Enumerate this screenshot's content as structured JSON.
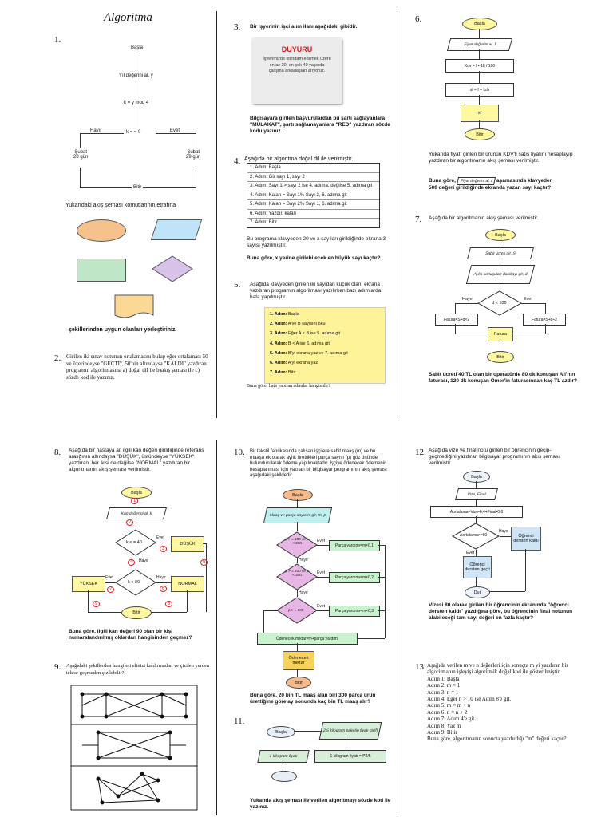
{
  "title": "Algoritma",
  "q1": {
    "num": "1.",
    "start": "Başla",
    "read": "Yıl değerini al, y",
    "calc": "k = y mod 4",
    "cond": "k = = 0",
    "no": "Hayır",
    "yes": "Evet",
    "feb28": "Şubat\n28 gün",
    "feb29": "Şubat\n29 gün",
    "end": "Bitir",
    "shapes_title": "Yukarıdaki akış şeması komutlarının etrafına",
    "shapes_footer": "şekillerinden uygun olanları yerleştiriniz."
  },
  "q2": {
    "num": "2.",
    "text": "Girilen iki sınav notunun ortalamasını bulup eğer ortalaması 50 ve üzerindeyse \"GEÇTİ\", 50'nin altındaysa \"KALDI\" yazdıran programın algoritmasına a) doğal dil ile b)akış şeması ile c) sözde kod ile yazınız."
  },
  "q3": {
    "num": "3.",
    "title": "Bir işyerinin işçi alım ilanı aşağıdaki gibidir.",
    "notice_title": "DUYURU",
    "notice_text": "İşyerimizde istihdam edilmek üzere en az 20, en çok 40 yaşında çalışma arkadaşları arıyoruz.",
    "question": "Bilgisayara girilen başvurulardan bu şartı sağlayanlara \"MÜLAKAT\", şartı sağlamayanlara \"RED\" yazdıran sözde kodu yazınız."
  },
  "q4": {
    "num": "4.",
    "title": "Aşağıda bir algoritma doğal dil ile verilmiştir.",
    "steps": [
      "1. Adım: Başla",
      "2. Adım: Gir sayı 1, sayı 2",
      "3. Adım: Sayı 1 > sayı 2 ise 4. adıma, değilse 5. adıma git",
      "4. Adım: Kalan = Sayı 1% Sayı 2, 6. adıma git",
      "5. Adım: Kalan = Sayı 2% Sayı 1, 6. adıma git",
      "6. Adım: Yazdır, kalan",
      "7. Adım: Bitir"
    ],
    "text": "Bu programa klavyeden 20 ve x sayıları girildiğinde ekrana 3 sayısı yazılmıştır.",
    "question": "Buna göre, x yerine girilebilecek en büyük sayı kaçtır?"
  },
  "q5": {
    "num": "5.",
    "text": "Aşağıda klavyeden girilen iki sayıdan küçük olanı ekrana yazdıran programın algoritması yazılırken bazı adımlarda hata yapılmıştır.",
    "steps": [
      {
        "k": "1. Adım:",
        "v": "Başla"
      },
      {
        "k": "2. Adım:",
        "v": "A ve B sayısını oku"
      },
      {
        "k": "3. Adım:",
        "v": "Eğer A < B ise 5. adıma git"
      },
      {
        "k": "4. Adım:",
        "v": "B < A ise 6. adıma git"
      },
      {
        "k": "5. Adım:",
        "v": "B'yi ekrana yaz ve 7. adıma git"
      },
      {
        "k": "6. Adım:",
        "v": "A'yı ekrana yaz"
      },
      {
        "k": "7. Adım:",
        "v": "Bitir"
      }
    ],
    "question": "Buna göre, hata yapılan adımlar hangisidir?"
  },
  "q6": {
    "num": "6.",
    "start": "Başla",
    "read": "Fiyat değerini al, f",
    "kdv": "Kdv = f • 18 / 100",
    "sf": "sf = f + kdv",
    "out": "sf",
    "end": "Bitir",
    "text": "Yukarıda fiyatı girilen bir ürünün KDV'li satış fiyatını hesaplayıp yazdıran bir algoritmanın akış şeması verilmiştir.",
    "q_pre": "Buna göre,",
    "q_box": "Fiyat değerini al, f",
    "q_post": "aşamasında klavyeden",
    "q_line2": "500 değeri girildiğinde ekranda yazan sayı kaçtır?"
  },
  "q7": {
    "num": "7.",
    "title": "Aşağıda bir algoritmanın akış şeması verilmiştir.",
    "start": "Başla",
    "read1": "Sabit ücreti gir, S",
    "read2": "Aylık konuşulan dakikayı gir, d",
    "cond": "d < 100",
    "no": "Hayır",
    "yes": "Evet",
    "left": "Fatura=S+d×2",
    "right": "Fatura=S+d÷2",
    "out": "Fatura",
    "end": "Bitir",
    "question": "Sabit ücreti 40 TL olan bir operatörde 80 dk konuşan Ali'nin faturası, 120 dk konuşan Ömer'in faturasından kaç TL azdır?"
  },
  "q8": {
    "num": "8.",
    "text": "Aşağıda bir hastaya ait ilgili kan değeri girildiğinde referans aralığının altındaysa \"DÜŞÜK\", üstündeyse \"YÜKSEK\" yazdıran, her ikisi de değilse \"NORMAL\" yazdıran bir algoritmanın akış şeması verilmiştir.",
    "start": "Başla",
    "read": "Kan değerini al, k",
    "cond1": "k < = 40",
    "cond2": "k < 80",
    "yes": "Evet",
    "no": "Hayır",
    "low": "DÜŞÜK",
    "high": "YÜKSEK",
    "normal": "NORMAL",
    "end": "Bitir",
    "marks": [
      "1",
      "2",
      "3",
      "4",
      "5",
      "6",
      "7",
      "8",
      "9"
    ],
    "question": "Buna göre, ilgili kan değeri 90 olan bir kişi numaralandırılmış oklardan hangisinden geçmez?"
  },
  "q9": {
    "num": "9.",
    "text": "Aşağıdaki şekillerden hangileri elinizi kaldırmadan ve çizilen yerden tekrar geçmeden  çizilebilir?"
  },
  "q10": {
    "num": "10.",
    "text": "Bir tekstil fabrikasında çalışan işçilere sabit maaş (m) ve bu maaşa ek olarak aylık ürettikleri parça sayısı (p) göz önünde bulundurularak ödeme yapılmaktadır. İşçiye ödenecek ödemenin hesaplanması için yazılan bir bilgisayar programının akış şeması aşağıdaki şekildedir.",
    "start": "Başla",
    "read": "Maaş ve parça sayısını gir, m, p",
    "c1": "p > = 100 ve p < 200",
    "c2": "p > = 200 ve p < 300",
    "c3": "p > = 300",
    "b1": "Parça yardımı=m×0,1",
    "b2": "Parça yardımı=m×0,2",
    "b3": "Parça yardımı=m×0,3",
    "yes": "Evet",
    "no": "Hayır",
    "total": "Ödenecek miktar=m+parça yardımı",
    "out": "Ödenecek miktar",
    "end": "Bitir",
    "question": "Buna göre, 20 bin TL maaş alan biri 300 parça ürün ürettiğine göre ay sonunda kaç bin TL maaş alır?"
  },
  "q11": {
    "num": "11.",
    "start": "Başla",
    "read": "2,5 kilogram paketin fiyatı gir(f)",
    "calc": "1 kilogram fiyatı = f*2/5",
    "out": "1 kilogram fiyatı",
    "question": "Yukarıda akış şeması ile verilen algoritmayı sözde kod ile yazınız."
  },
  "q12": {
    "num": "12.",
    "text": "Aşağıda vize ve final notu girilen bir öğrencinin geçip-geçmediğini yazdıran bilgisayar programının akış şeması verilmiştir.",
    "start": "Başla",
    "read": "Vize, Final",
    "calc": "Aortalama=Vize•0,4+Final•0,6",
    "cond": "Aortalama>=60",
    "no": "Hayır",
    "yes": "Evet",
    "fail": "Öğrenci dersten kaldı",
    "pass": "Öğrenci dersten geçti",
    "end": "Dur",
    "question": "Vizesi 80 olarak girilen bir öğrencinin ekranında \"öğrenci dersten kaldı\" yazdığına göre, bu öğrencinin final notunun alabileceği tam sayı değeri en fazla kaçtır?"
  },
  "q13": {
    "num": "13.",
    "lines": [
      "Aşağıda verilen m ve n değerleri için sonuçta m yi yazdıran bir",
      "algoritmanın işleyişi algoritmik doğal kod ile gösterilmiştir.",
      "Adım 1: Başla",
      "Adım 2: m = 1",
      "Adım 3: n = 1",
      "Adım 4: Eğer n > 10 ise Adım 8'e git.",
      "Adım 5: m = m + n",
      "Adım 6: n = n + 2",
      "Adım 7: Adım 4'e git.",
      "Adım 8: Yaz m",
      "Adım 9: Bitir",
      "Buna göre, algoritmanın sonucta yazdırdığı \"m\" değeri kaçtır?"
    ]
  }
}
